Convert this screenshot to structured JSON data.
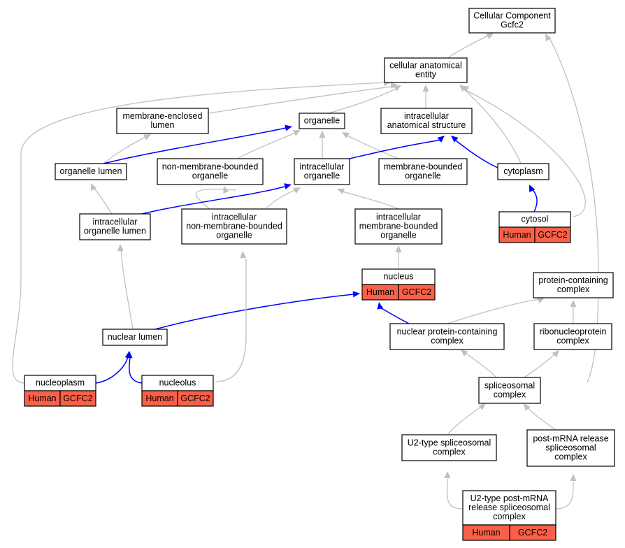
{
  "nodes": {
    "root": [
      "Cellular Component",
      "Gcfc2"
    ],
    "cae": [
      "cellular anatomical",
      "entity"
    ],
    "mel": [
      "membrane-enclosed",
      "lumen"
    ],
    "organelle": [
      "organelle"
    ],
    "ias": [
      "intracellular",
      "anatomical structure"
    ],
    "olumen": [
      "organelle lumen"
    ],
    "nmbo": [
      "non-membrane-bounded",
      "organelle"
    ],
    "io": [
      "intracellular",
      "organelle"
    ],
    "mbo": [
      "membrane-bounded",
      "organelle"
    ],
    "cytoplasm": [
      "cytoplasm"
    ],
    "iol": [
      "intracellular",
      "organelle lumen"
    ],
    "inmbo": [
      "intracellular",
      "non-membrane-bounded",
      "organelle"
    ],
    "imbo": [
      "intracellular",
      "membrane-bounded",
      "organelle"
    ],
    "cytosol": [
      "cytosol"
    ],
    "nucleus": [
      "nucleus"
    ],
    "pcc": [
      "protein-containing",
      "complex"
    ],
    "nlumen": [
      "nuclear lumen"
    ],
    "npcc": [
      "nuclear protein-containing",
      "complex"
    ],
    "rnp": [
      "ribonucleoprotein",
      "complex"
    ],
    "nucleoplasm": [
      "nucleoplasm"
    ],
    "nucleolus": [
      "nucleolus"
    ],
    "splice": [
      "spliceosomal",
      "complex"
    ],
    "u2": [
      "U2-type spliceosomal",
      "complex"
    ],
    "pmrna": [
      "post-mRNA release",
      "spliceosomal",
      "complex"
    ],
    "u2pm": [
      "U2-type post-mRNA",
      "release spliceosomal",
      "complex"
    ]
  },
  "annotation": {
    "species": "Human",
    "gene": "GCFC2"
  },
  "colors": {
    "annotation_fill": "#fa6048",
    "is_a_edge": "#c0c0c0",
    "part_of_edge": "#0000ff",
    "node_border": "#000000"
  }
}
